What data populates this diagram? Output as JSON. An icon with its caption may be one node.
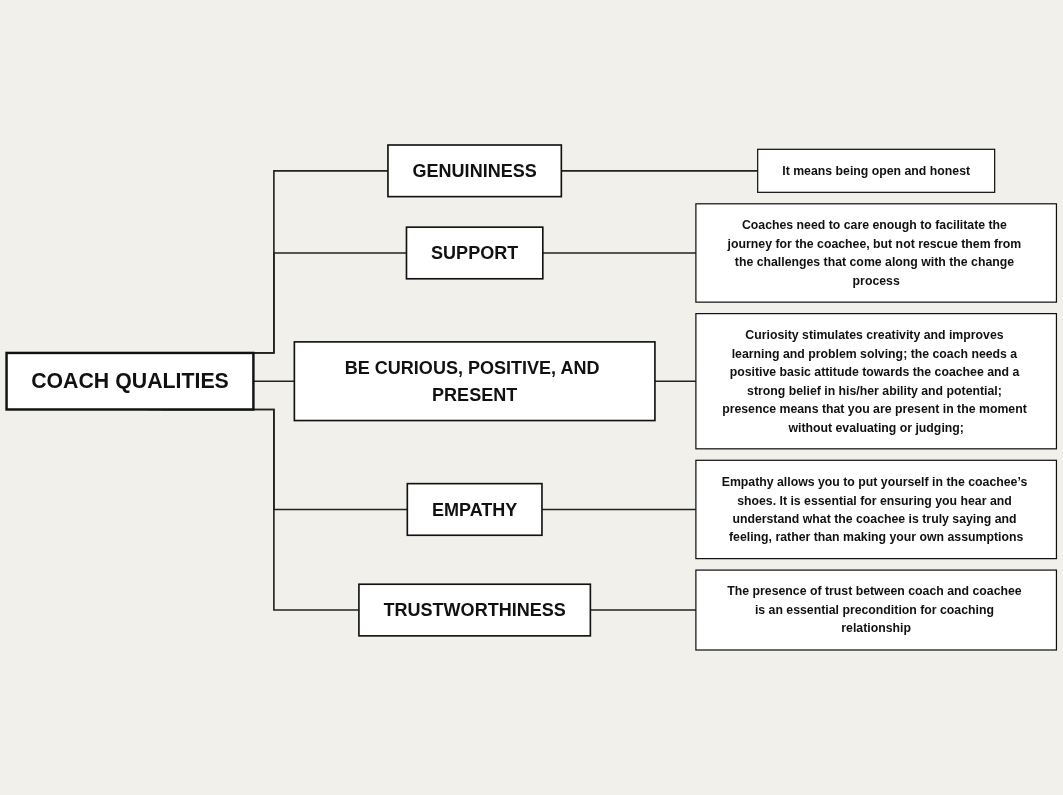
{
  "diagram": {
    "nodes": [
      {
        "text": [
          "COACH QUALITIES"
        ]
      },
      {
        "text": [
          "GENUININESS"
        ]
      },
      {
        "text": [
          "It means being open and honest"
        ]
      },
      {
        "text": [
          "SUPPORT"
        ]
      },
      {
        "text": [
          "Coaches need to care enough to facilitate the journey for the coachee, but not rescue them from the challenges that come along with the change process"
        ]
      },
      {
        "text": [
          "BE CURIOUS, POSITIVE, AND PRESENT"
        ]
      },
      {
        "text": [
          "Curiosity stimulates creativity and improves learning and problem solving; the coach needs a positive basic attitude towards the coachee and a strong belief in his/her ability and potential; presence means that you are present in the moment without evaluating or judging;"
        ]
      },
      {
        "text": [
          "EMPATHY"
        ]
      },
      {
        "text": [
          "Empathy allows you to put yourself in the coachee’s shoes. It is essential for ensuring you hear and understand what the coachee is truly saying and feeling, rather than making your own assumptions"
        ]
      },
      {
        "text": [
          "TRUSTWORTHINESS"
        ]
      },
      {
        "text": [
          "The presence of trust between coach and coachee is an essential precondition for coaching relationship"
        ]
      }
    ],
    "edges": [
      {
        "from": 0,
        "to": 1,
        "arrow": "none"
      },
      {
        "from": 0,
        "to": 3,
        "arrow": "none"
      },
      {
        "from": 0,
        "to": 5,
        "arrow": "none"
      },
      {
        "from": 0,
        "to": 7,
        "arrow": "none"
      },
      {
        "from": 0,
        "to": 9,
        "arrow": "none"
      },
      {
        "from": 1,
        "to": 2,
        "arrow": "none"
      },
      {
        "from": 3,
        "to": 4,
        "arrow": "none"
      },
      {
        "from": 5,
        "to": 6,
        "arrow": "none"
      },
      {
        "from": 7,
        "to": 8,
        "arrow": "none"
      },
      {
        "from": 9,
        "to": 10,
        "arrow": "none"
      }
    ]
  }
}
